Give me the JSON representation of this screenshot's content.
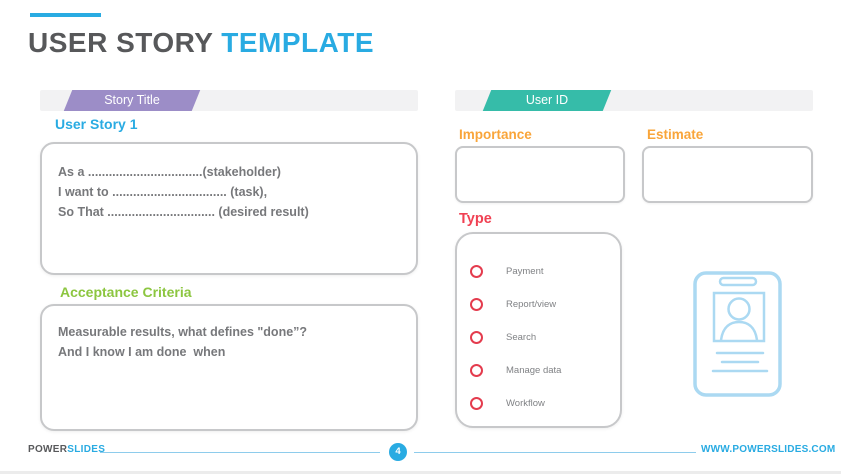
{
  "title": {
    "gray_part": "USER STORY",
    "blue_part": "TEMPLATE"
  },
  "left_panel": {
    "banner_label": "Story Title",
    "story_heading": "User Story 1",
    "story_lines": [
      "As a .................................(stakeholder)",
      "I want to ................................. (task),",
      "So That ............................... (desired result)"
    ],
    "acceptance_heading": "Acceptance Criteria",
    "acceptance_lines": [
      "Measurable results, what defines \"done”?",
      "And I know I am done  when"
    ]
  },
  "right_panel": {
    "banner_label": "User ID",
    "importance_label": "Importance",
    "estimate_label": "Estimate",
    "type_label": "Type",
    "type_options": [
      "Payment",
      "Report/view",
      "Search",
      "Manage data",
      "Workflow"
    ],
    "id_card_icon": "id-card-icon"
  },
  "footer": {
    "brand_gray": "POWER",
    "brand_blue": "SLIDES",
    "page_number": "4",
    "website": "WWW.POWERSLIDES.COM"
  },
  "colors": {
    "accent_blue": "#29ABE2",
    "banner_purple": "#9C8DC7",
    "banner_teal": "#36BCA9",
    "heading_orange": "#F9A53A",
    "heading_red": "#F04153",
    "heading_green": "#8CC640",
    "radio_red": "#E43C4E",
    "card_icon_blue": "#ABD9F2",
    "body_text_gray": "#77787B"
  }
}
